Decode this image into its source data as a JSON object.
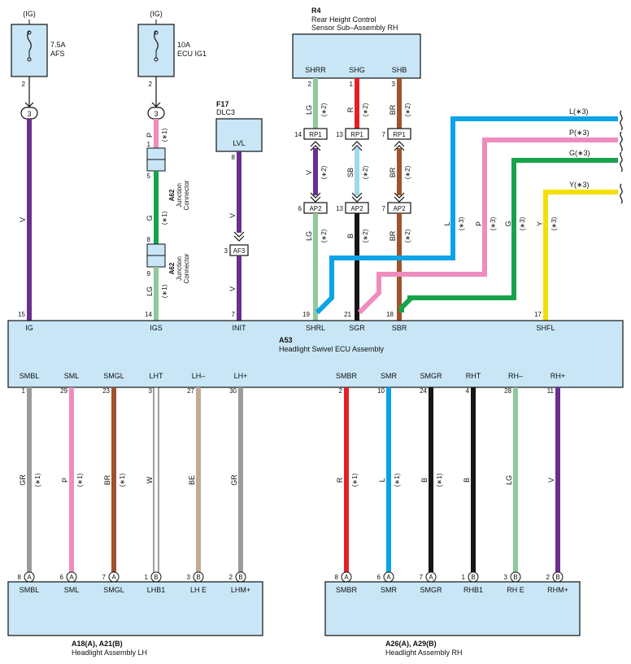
{
  "fuses": [
    {
      "ig": "(IG)",
      "rating": "7.5A",
      "name": "AFS",
      "pin": "2",
      "conn": "3"
    },
    {
      "ig": "(IG)",
      "rating": "10A",
      "name": "ECU IG1",
      "pin": "2",
      "conn": "3"
    }
  ],
  "r4": {
    "id": "R4",
    "name1": "Rear Height Control",
    "name2": "Sensor Sub–Assembly RH",
    "pins": [
      "SHRR",
      "SHG",
      "SHB"
    ],
    "pin_nums": [
      "2",
      "1",
      "3"
    ]
  },
  "f17": {
    "id": "F17",
    "name": "DLC3",
    "pin": "LVL",
    "pin_num": "8"
  },
  "a62": {
    "id": "A62",
    "name1": "Junction",
    "name2": "Connector"
  },
  "ecu": {
    "id": "A53",
    "name": "Headlight Swivel ECU Assembly",
    "top_pins": [
      {
        "name": "IG",
        "num": "15"
      },
      {
        "name": "IGS",
        "num": "14"
      },
      {
        "name": "INIT",
        "num": "7"
      },
      {
        "name": "SHRL",
        "num": "19"
      },
      {
        "name": "SGR",
        "num": "21"
      },
      {
        "name": "SBR",
        "num": "18"
      },
      {
        "name": "SHFL",
        "num": "17"
      }
    ],
    "bottom_pins": [
      {
        "name": "SMBL",
        "num": "1"
      },
      {
        "name": "SML",
        "num": "29"
      },
      {
        "name": "SMGL",
        "num": "23"
      },
      {
        "name": "LHT",
        "num": "3"
      },
      {
        "name": "LH–",
        "num": "27"
      },
      {
        "name": "LH+",
        "num": "30"
      },
      {
        "name": "SMBR",
        "num": "2"
      },
      {
        "name": "SMR",
        "num": "10"
      },
      {
        "name": "SMGR",
        "num": "24"
      },
      {
        "name": "RHT",
        "num": "4"
      },
      {
        "name": "RH–",
        "num": "28"
      },
      {
        "name": "RH+",
        "num": "11"
      }
    ]
  },
  "lh": {
    "title": "A18(A), A21(B)",
    "name": "Headlight Assembly LH",
    "pins": [
      {
        "name": "SMBL",
        "num": "8",
        "conn": "A"
      },
      {
        "name": "SML",
        "num": "6",
        "conn": "A"
      },
      {
        "name": "SMGL",
        "num": "7",
        "conn": "A"
      },
      {
        "name": "LHB1",
        "num": "1",
        "conn": "B"
      },
      {
        "name": "LH E",
        "num": "3",
        "conn": "B"
      },
      {
        "name": "LHM+",
        "num": "2",
        "conn": "B"
      }
    ]
  },
  "rh": {
    "title": "A26(A), A29(B)",
    "name": "Headlight Assembly RH",
    "pins": [
      {
        "name": "SMBR",
        "num": "8",
        "conn": "A"
      },
      {
        "name": "SMR",
        "num": "6",
        "conn": "A"
      },
      {
        "name": "SMGR",
        "num": "7",
        "conn": "A"
      },
      {
        "name": "RHB1",
        "num": "1",
        "conn": "B"
      },
      {
        "name": "RH E",
        "num": "3",
        "conn": "B"
      },
      {
        "name": "RHM+",
        "num": "2",
        "conn": "B"
      }
    ]
  },
  "connectors": {
    "rp1": "RP1",
    "ap2": "AP2",
    "af3": "AF3"
  },
  "conn_nums": {
    "rp1": [
      "14",
      "13",
      "7"
    ],
    "ap2": [
      "6",
      "13",
      "7"
    ],
    "af3": "3",
    "a62": [
      "1",
      "5",
      "8",
      "9"
    ]
  },
  "wires": {
    "ig": "V",
    "igs_top": "P",
    "igs_mid": "G",
    "igs_bot": "LG",
    "lvl": "V",
    "init": "V",
    "shrr": [
      "LG",
      "V",
      "LG"
    ],
    "shg": [
      "R",
      "SB",
      "B"
    ],
    "shb": [
      "BR",
      "BR",
      "BR"
    ],
    "right_runs": [
      "L",
      "P",
      "G",
      "Y"
    ],
    "right_labels": [
      "L(∗3)",
      "P(∗3)",
      "G(∗3)",
      "Y(∗3)"
    ],
    "lh": [
      "GR",
      "P",
      "BR",
      "W",
      "BE",
      "GR"
    ],
    "rh": [
      "R",
      "L",
      "B",
      "B",
      "LG",
      "V"
    ]
  },
  "notes": {
    "n1": "(∗1)",
    "n2": "(∗2)",
    "n3": "(∗3)"
  },
  "colors": {
    "V": "#6b2f8f",
    "P": "#ef8cbe",
    "G": "#16a34a",
    "LG": "#8fc99c",
    "R": "#e41f26",
    "SB": "#9ed9f1",
    "B": "#161616",
    "BR": "#a0522d",
    "L": "#0aa4e6",
    "Y": "#f3df08",
    "GR": "#9b9b9b",
    "W": "#ffffff",
    "BE": "#c2aa96",
    "box": "#c8e6f6"
  }
}
